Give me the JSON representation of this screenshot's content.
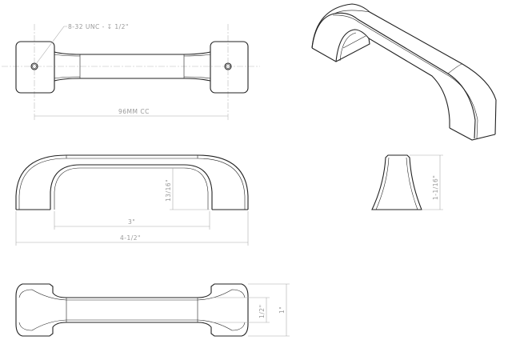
{
  "drawing": {
    "top_view": {
      "thread_callout": "8-32 UNC - ↧ 1/2\"",
      "center_distance": "96MM CC"
    },
    "front_view": {
      "height_dim": "13/16\"",
      "inner_length_dim": "3\"",
      "overall_length_dim": "4-1/2\""
    },
    "side_view": {
      "height_dim": "1-1/16\""
    },
    "bottom_view": {
      "bar_width_dim": "1/2\"",
      "overall_width_dim": "1\""
    }
  }
}
